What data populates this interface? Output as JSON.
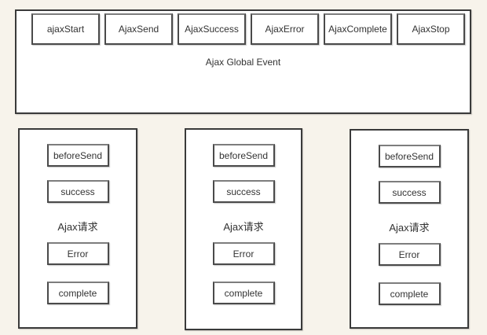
{
  "colors": {
    "page_background": "#f7f3eb",
    "panel_background": "#ffffff",
    "panel_border": "#3a3a3a",
    "box_border": "#4a4a4a",
    "text": "#333333"
  },
  "global_panel": {
    "label": "Ajax Global Event",
    "events": [
      "ajaxStart",
      "AjaxSend",
      "AjaxSuccess",
      "AjaxError",
      "AjaxComplete",
      "AjaxStop"
    ]
  },
  "request_panels": [
    {
      "title": "Ajax请求",
      "events": [
        "beforeSend",
        "success",
        "Error",
        "complete"
      ]
    },
    {
      "title": "Ajax请求",
      "events": [
        "beforeSend",
        "success",
        "Error",
        "complete"
      ]
    },
    {
      "title": "Ajax请求",
      "events": [
        "beforeSend",
        "success",
        "Error",
        "complete"
      ]
    }
  ]
}
